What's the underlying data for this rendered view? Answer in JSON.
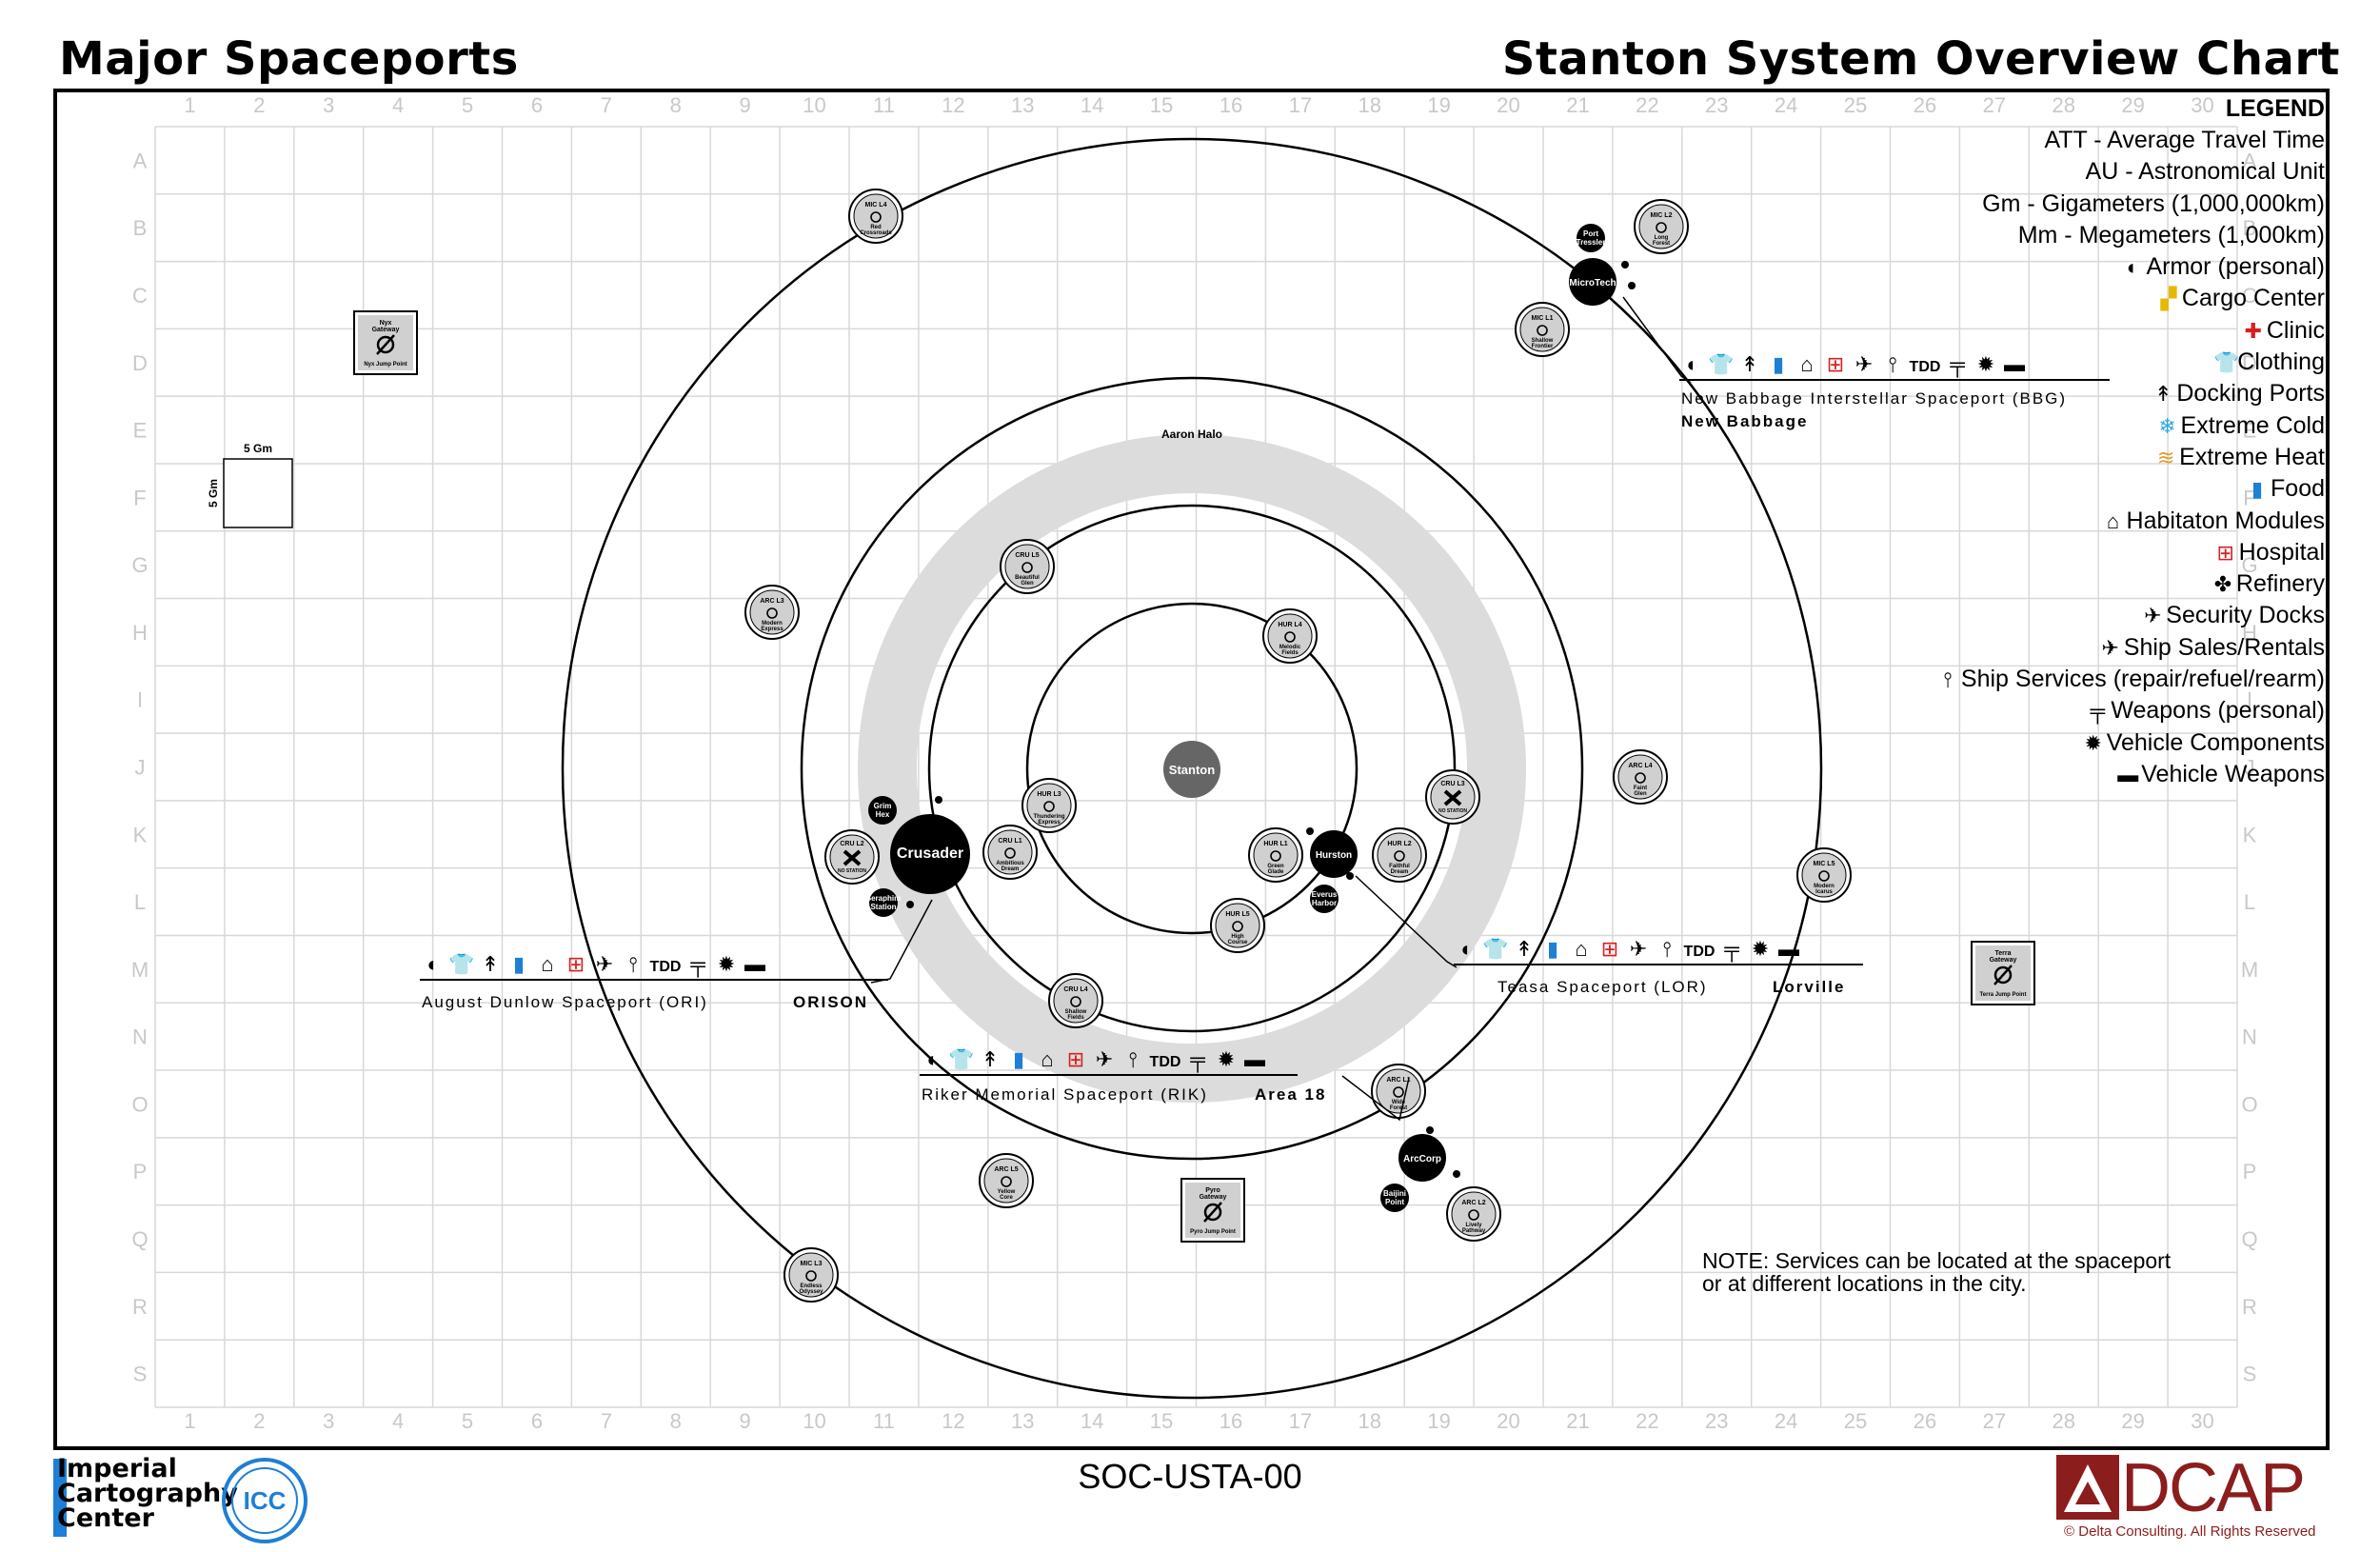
{
  "header": {
    "left_title": "Major Spaceports",
    "right_title": "Stanton System Overview Chart"
  },
  "grid": {
    "columns": [
      "1",
      "2",
      "3",
      "4",
      "5",
      "6",
      "7",
      "8",
      "9",
      "10",
      "11",
      "12",
      "13",
      "14",
      "15",
      "16",
      "17",
      "18",
      "19",
      "20",
      "21",
      "22",
      "23",
      "24",
      "25",
      "26",
      "27",
      "28",
      "29",
      "30"
    ],
    "rows": [
      "A",
      "B",
      "C",
      "D",
      "E",
      "F",
      "G",
      "H",
      "I",
      "J",
      "K",
      "L",
      "M",
      "N",
      "O",
      "P",
      "Q",
      "R",
      "S"
    ]
  },
  "scale": {
    "label_h": "5 Gm",
    "label_v": "5 Gm"
  },
  "star": {
    "name": "Stanton"
  },
  "halo": {
    "name": "Aaron Halo"
  },
  "planets": [
    {
      "name": "Crusader"
    },
    {
      "name": "Hurston"
    },
    {
      "name": "MicroTech"
    },
    {
      "name": "ArcCorp"
    }
  ],
  "stations": [
    {
      "code": "Grim Hex",
      "name": ""
    },
    {
      "code": "Seraphim Station",
      "name": ""
    },
    {
      "code": "Everus Harbor",
      "name": ""
    },
    {
      "code": "Port Tressler",
      "name": ""
    },
    {
      "code": "Baijini Point",
      "name": ""
    }
  ],
  "lagrange": [
    {
      "code": "MIC L4",
      "name": "Red Crossroads"
    },
    {
      "code": "MIC L2",
      "name": "Long Forest"
    },
    {
      "code": "MIC L1",
      "name": "Shallow Frontier"
    },
    {
      "code": "MIC L3",
      "name": "Endless Odyssey"
    },
    {
      "code": "ARC L3",
      "name": "Modern Express"
    },
    {
      "code": "ARC L4",
      "name": "Faint Glen"
    },
    {
      "code": "ARC L1",
      "name": "Wide Forest"
    },
    {
      "code": "ARC L2",
      "name": "Lively Pathway"
    },
    {
      "code": "ARC L5",
      "name": "Yellow Core"
    },
    {
      "code": "CRU L5",
      "name": "Beautiful Glen"
    },
    {
      "code": "CRU L1",
      "name": "Ambitious Dream"
    },
    {
      "code": "CRU L4",
      "name": "Shallow Fields"
    },
    {
      "code": "HUR L4",
      "name": "Melodic Fields"
    },
    {
      "code": "HUR L3",
      "name": "Thundering Express"
    },
    {
      "code": "HUR L1",
      "name": "Green Glade"
    },
    {
      "code": "HUR L2",
      "name": "Faithful Dream"
    },
    {
      "code": "HUR L5",
      "name": "High Course"
    },
    {
      "code": "MIC L5",
      "name": "Modern Icarus"
    }
  ],
  "closed_stations": [
    {
      "code": "CRU L2",
      "name": "NO STATION"
    },
    {
      "code": "CRU L3",
      "name": "NO STATION"
    }
  ],
  "gateways": [
    {
      "name": "Nyx Gateway",
      "jump": "Nyx Jump Point"
    },
    {
      "name": "Terra Gateway",
      "jump": "Terra Jump Point"
    },
    {
      "name": "Pyro Gateway",
      "jump": "Pyro Jump Point"
    }
  ],
  "spaceports": [
    {
      "name": "New Babbage Interstellar Spaceport (BBG)",
      "city": "New Babbage"
    },
    {
      "name": "August Dunlow Spaceport (ORI)",
      "city": "ORISON"
    },
    {
      "name": "Teasa Spaceport (LOR)",
      "city": "Lorville"
    },
    {
      "name": "Riker Memorial Spaceport (RIK)",
      "city": "Area 18"
    }
  ],
  "legend": {
    "title": "LEGEND",
    "abbreviations": [
      "ATT - Average Travel Time",
      "AU - Astronomical Unit",
      "Gm - Gigameters (1,000,000km)",
      "Mm - Megameters (1,000km)"
    ],
    "items": [
      {
        "icon": "armor-icon",
        "label": "Armor (personal)",
        "color": "#000000"
      },
      {
        "icon": "cargo-icon",
        "label": "Cargo Center",
        "color": "#e6b800"
      },
      {
        "icon": "clinic-icon",
        "label": "Clinic",
        "color": "#d62020"
      },
      {
        "icon": "clothing-icon",
        "label": "Clothing",
        "color": "#000000"
      },
      {
        "icon": "docking-icon",
        "label": "Docking Ports",
        "color": "#000000"
      },
      {
        "icon": "extreme-cold-icon",
        "label": "Extreme Cold",
        "color": "#2aa8e0"
      },
      {
        "icon": "extreme-heat-icon",
        "label": "Extreme Heat",
        "color": "#e59a2a"
      },
      {
        "icon": "food-icon",
        "label": "Food",
        "color": "#1e7fd6"
      },
      {
        "icon": "habitation-icon",
        "label": "Habitaton Modules",
        "color": "#000000"
      },
      {
        "icon": "hospital-icon",
        "label": "Hospital",
        "color": "#d62020"
      },
      {
        "icon": "refinery-icon",
        "label": "Refinery",
        "color": "#000000"
      },
      {
        "icon": "security-icon",
        "label": "Security Docks",
        "color": "#000000"
      },
      {
        "icon": "ship-sales-icon",
        "label": "Ship Sales/Rentals",
        "color": "#000000"
      },
      {
        "icon": "ship-services-icon",
        "label": "Ship Services (repair/refuel/rearm)",
        "color": "#000000"
      },
      {
        "icon": "weapons-icon",
        "label": "Weapons (personal)",
        "color": "#000000"
      },
      {
        "icon": "vehicle-components-icon",
        "label": "Vehicle Components",
        "color": "#000000"
      },
      {
        "icon": "vehicle-weapons-icon",
        "label": "Vehicle Weapons",
        "color": "#000000"
      }
    ]
  },
  "services_tdd": "TDD",
  "note": {
    "line1": "NOTE: Services can be located at the spaceport",
    "line2": "or at different locations in the city."
  },
  "footer": {
    "code": "SOC-USTA-00",
    "org_line1": "Imperial",
    "org_line2": "Cartography",
    "org_line3": "Center",
    "org_logo": "ICC",
    "brand": "DCAP",
    "copyright": "Delta Consulting.  All Rights Reserved"
  },
  "colors": {
    "accent_blue": "#1e7fd6",
    "brand_red": "#8b1d1d",
    "hospital_red": "#d62020",
    "halo_gray": "#d9d9d9"
  }
}
